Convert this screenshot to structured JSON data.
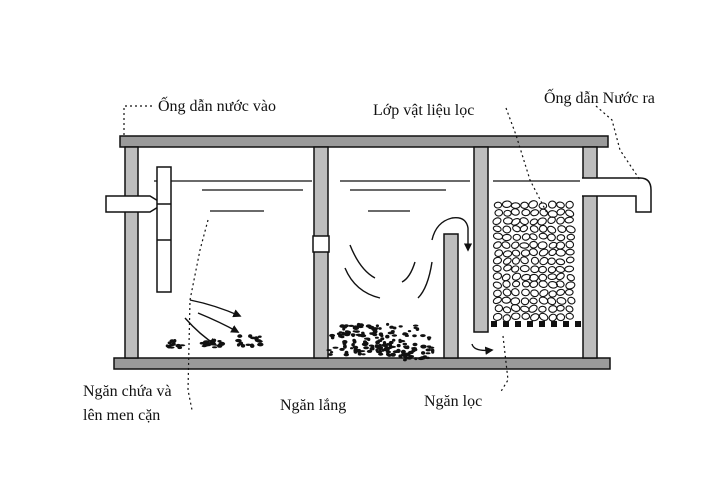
{
  "labels": {
    "inlet_pipe": "Ống dẫn nước vào",
    "filter_media": "Lớp vật liệu lọc",
    "outlet_pipe": "Ống dẫn Nước ra",
    "chamber1_line1": "Ngăn chứa và",
    "chamber1_line2": "lên men cặn",
    "settling_chamber": "Ngăn lắng",
    "filter_chamber": "Ngăn lọc"
  }
}
